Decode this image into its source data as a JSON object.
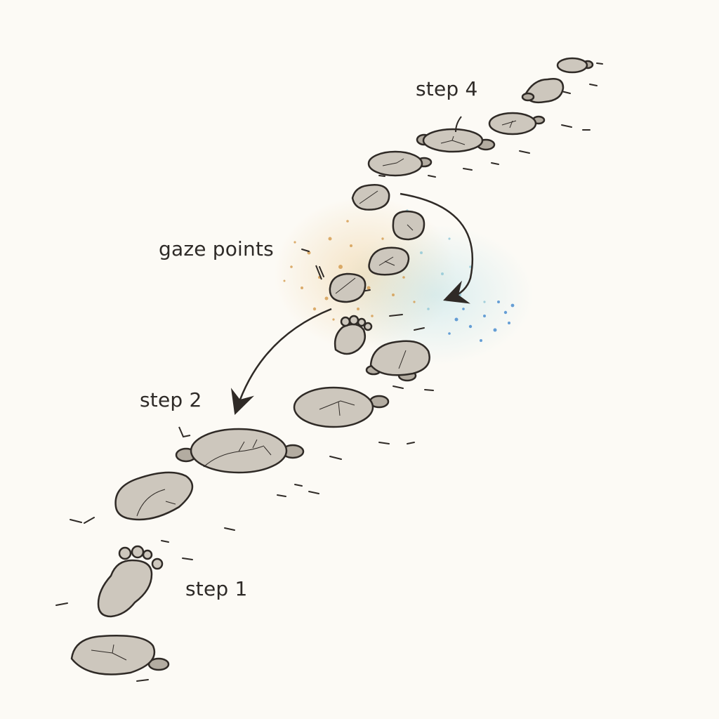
{
  "labels": {
    "step4": "step 4",
    "gaze": "gaze points",
    "step2": "step 2",
    "step1": "step 1"
  },
  "colors": {
    "background": "#fcfaf5",
    "stone_fill": "#cdc7bd",
    "stone_shade": "#b3aca1",
    "outline": "#2f2a26",
    "gaze_warm": "#d49a4c",
    "gaze_cool": "#8fc7d6",
    "gaze_blue": "#4d8fd0"
  }
}
